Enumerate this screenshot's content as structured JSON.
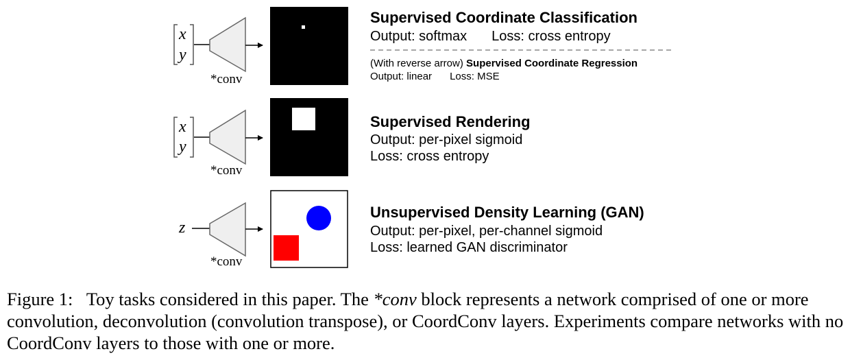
{
  "rows": [
    {
      "input_vars": [
        "x",
        "y"
      ],
      "block_label": "*conv",
      "title": "Supervised Coordinate Classification",
      "output": "Output: softmax",
      "loss": "Loss: cross entropy",
      "alt_prefix": "(With reverse arrow)",
      "alt_title": "Supervised Coordinate Regression",
      "alt_output": "Output: linear",
      "alt_loss": "Loss: MSE"
    },
    {
      "input_vars": [
        "x",
        "y"
      ],
      "block_label": "*conv",
      "title": "Supervised Rendering",
      "output": "Output: per-pixel sigmoid",
      "loss": "Loss: cross entropy"
    },
    {
      "input_vars": [
        "z"
      ],
      "block_label": "*conv",
      "title": "Unsupervised Density Learning (GAN)",
      "output": "Output: per-pixel, per-channel sigmoid",
      "loss": "Loss: learned GAN discriminator"
    }
  ],
  "colors": {
    "image_bg": "#000000",
    "image_fg": "#ffffff",
    "trapezoid_fill": "#efefef",
    "trapezoid_stroke": "#666666",
    "gan_circle": "#0000ff",
    "gan_square": "#ff0000",
    "divider": "#888888"
  },
  "caption": {
    "label": "Figure 1:",
    "text_before": "Toy tasks considered in this paper. The ",
    "emph": "*conv",
    "text_after": " block represents a network comprised of one or more convolution, deconvolution (convolution transpose), or CoordConv layers. Experiments compare networks with no CoordConv layers to those with one or more."
  }
}
